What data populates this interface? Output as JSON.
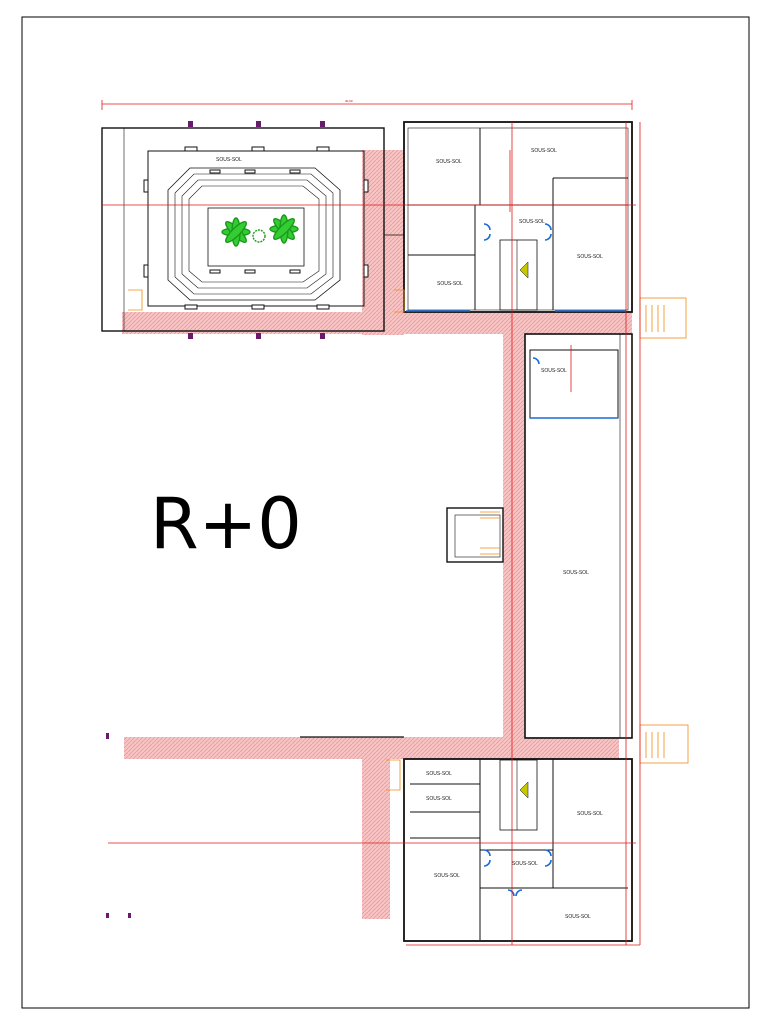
{
  "plan": {
    "level_label": "R+0",
    "room_label": "SOUS-SOL",
    "top_dimension": "40,00",
    "colors": {
      "wall": "#111111",
      "dimension": "#e01818",
      "corridor": "#f4a8a8",
      "door_blue": "#1a6cd8",
      "stair_orange": "#f08c14",
      "palm_green": "#22b422",
      "column_purple": "#6a1a6a"
    }
  }
}
